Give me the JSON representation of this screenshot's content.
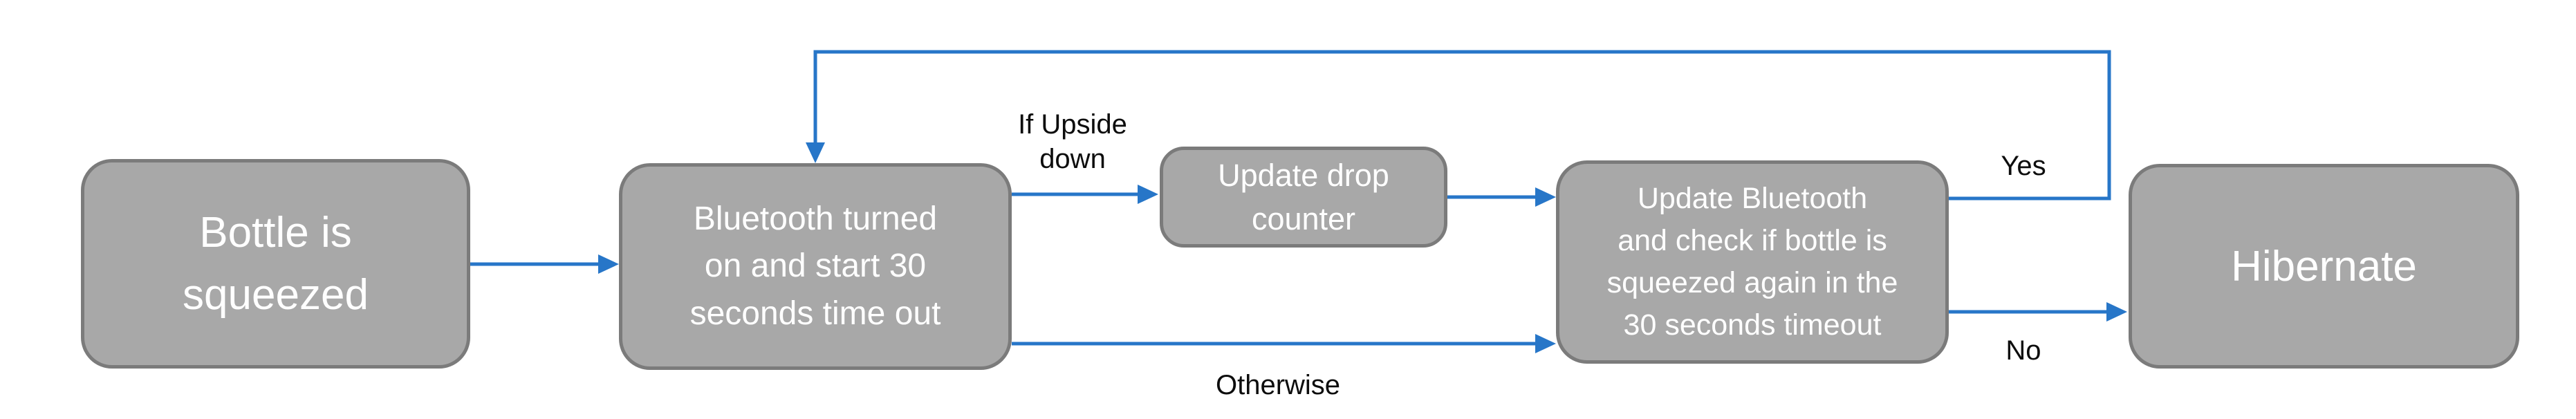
{
  "diagram": {
    "type": "flowchart",
    "nodes": [
      {
        "id": "bottle-squeezed",
        "label": "Bottle is\nsqueezed"
      },
      {
        "id": "bluetooth-on",
        "label": "Bluetooth turned\non and start 30\nseconds time out"
      },
      {
        "id": "update-drop-counter",
        "label": "Update drop\ncounter"
      },
      {
        "id": "update-bluetooth",
        "label": "Update Bluetooth\nand check if bottle is\nsqueezed again in the\n30 seconds timeout"
      },
      {
        "id": "hibernate",
        "label": "Hibernate"
      }
    ],
    "edges": [
      {
        "from": "bottle-squeezed",
        "to": "bluetooth-on",
        "label": ""
      },
      {
        "from": "bluetooth-on",
        "to": "update-drop-counter",
        "label": "If Upside\ndown"
      },
      {
        "from": "update-drop-counter",
        "to": "update-bluetooth",
        "label": ""
      },
      {
        "from": "bluetooth-on",
        "to": "update-bluetooth",
        "label": "Otherwise"
      },
      {
        "from": "update-bluetooth",
        "to": "bluetooth-on",
        "label": "Yes"
      },
      {
        "from": "update-bluetooth",
        "to": "hibernate",
        "label": "No"
      }
    ],
    "colors": {
      "node_fill": "#a8a8a8",
      "node_border": "#7b7b7b",
      "node_text": "#ffffff",
      "arrow": "#2776c8",
      "label_text": "#0d0d0d",
      "background": "#ffffff"
    }
  }
}
